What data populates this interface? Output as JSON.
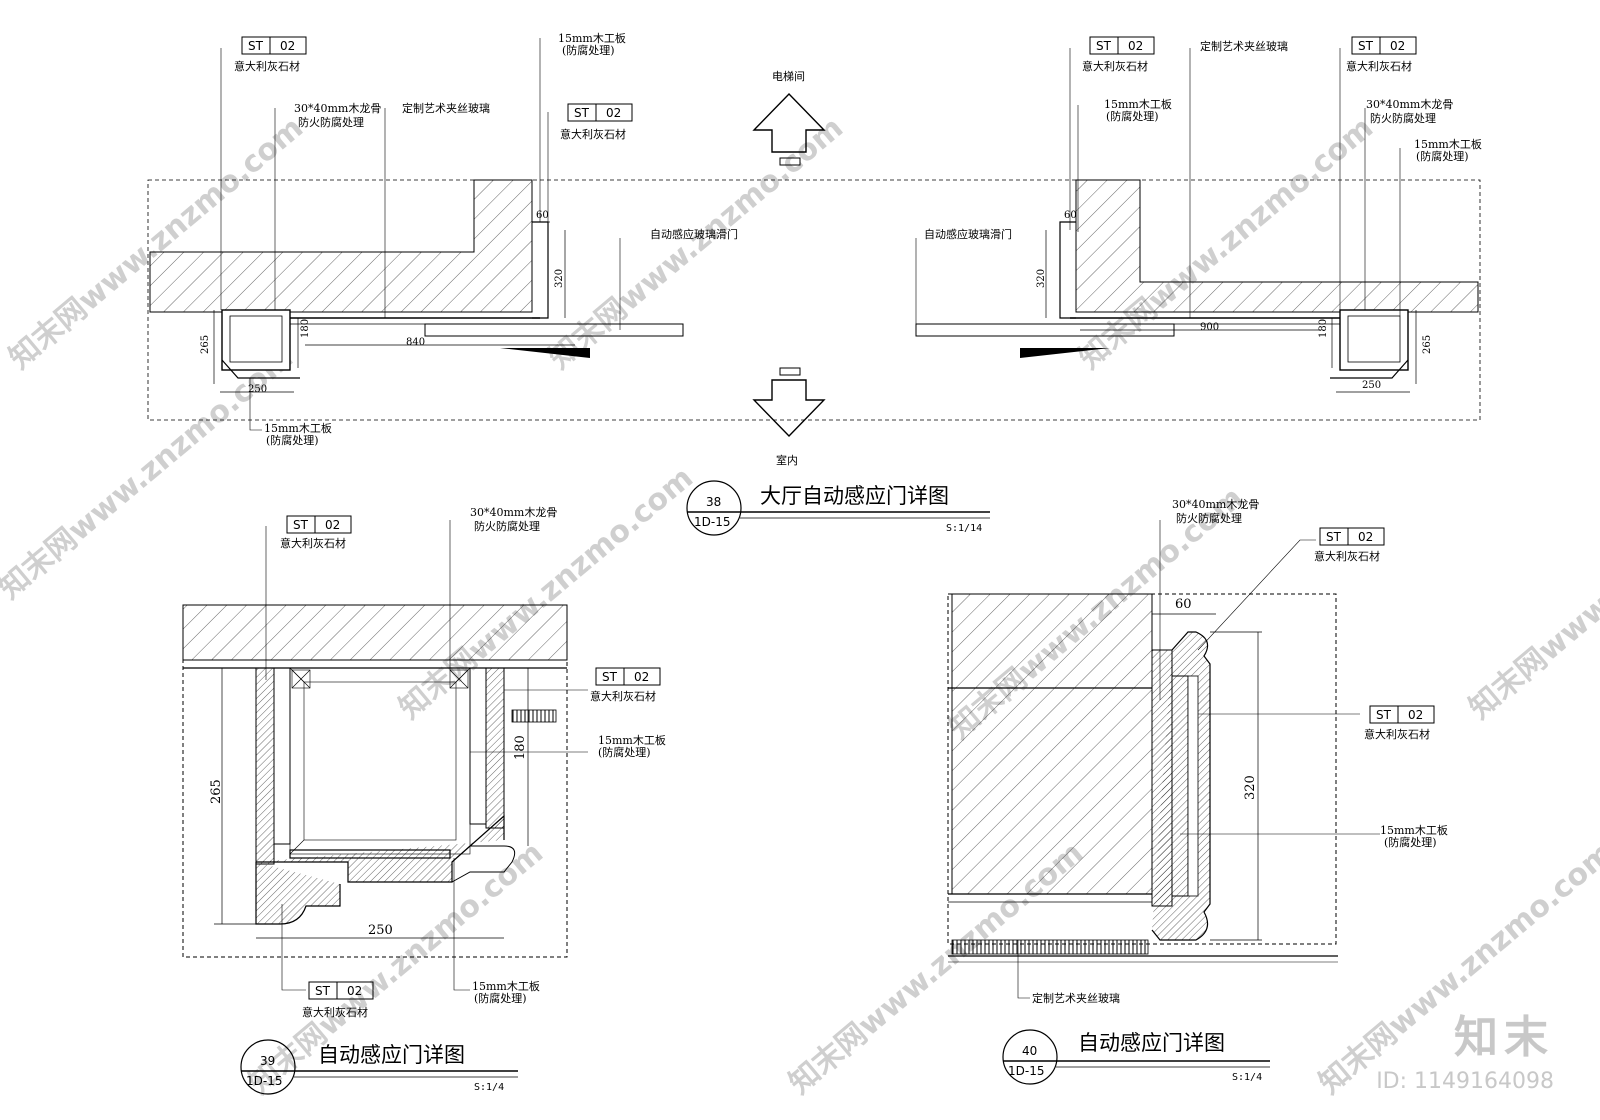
{
  "watermark": {
    "text": "知末网www.znzmo.com"
  },
  "brand": {
    "logo": "知末",
    "id_label": "ID: 1149164098"
  },
  "tag": {
    "code": "ST",
    "num": "02"
  },
  "materials": {
    "stone": "意大利灰石材",
    "keel_1": "30*40mm木龙骨",
    "keel_2": "防火防腐处理",
    "board_1": "15mm木工板",
    "board_2": "(防腐处理)",
    "glass": "定制艺术夹丝玻璃",
    "sliding_door": "自动感应玻璃滑门"
  },
  "plan": {
    "elevator_label": "电梯间",
    "indoor_label": "室内",
    "dims": {
      "d60": "60",
      "d320": "320",
      "d265": "265",
      "d180": "180",
      "d840": "840",
      "d900": "900",
      "d250": "250"
    }
  },
  "details": [
    {
      "id": "det38",
      "number": "38",
      "sheet": "1D-15",
      "title": "大厅自动感应门详图",
      "scale": "S:1/14"
    },
    {
      "id": "det39",
      "number": "39",
      "sheet": "1D-15",
      "title": "自动感应门详图",
      "scale": "S:1/4"
    },
    {
      "id": "det40",
      "number": "40",
      "sheet": "1D-15",
      "title": "自动感应门详图",
      "scale": "S:1/4"
    }
  ]
}
